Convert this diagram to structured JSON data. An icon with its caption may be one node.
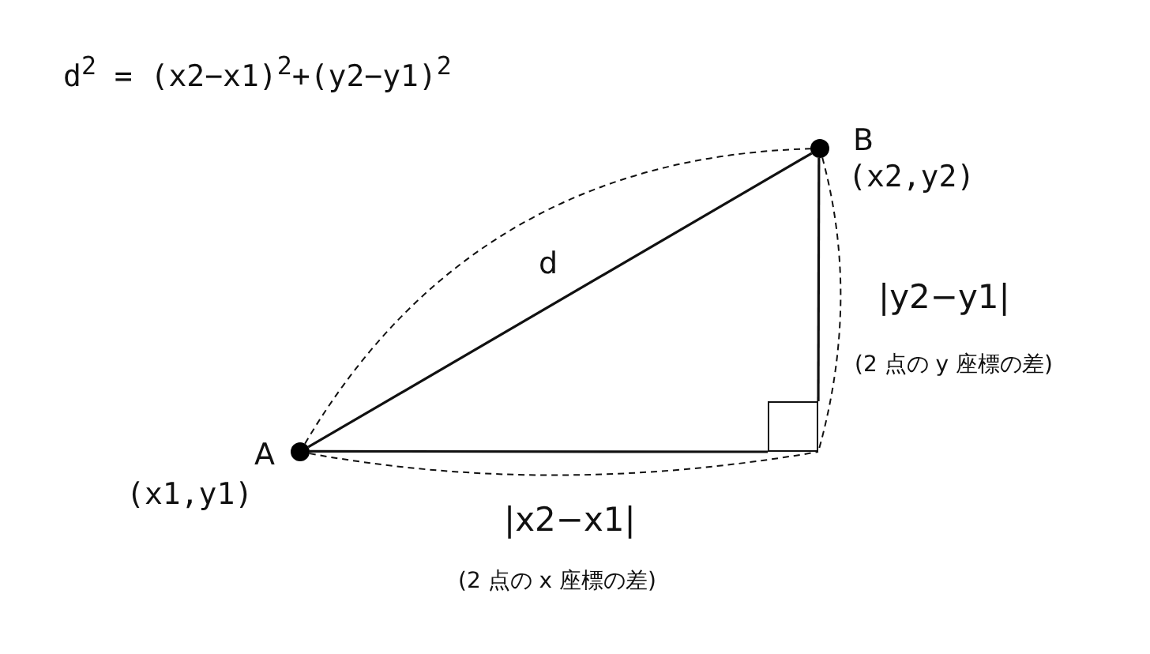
{
  "diagram": {
    "title": "d$^{2}$ = (x2−x1)$^{2}$+(y2−y1)$^{2}$",
    "nodes": [
      {
        "text": [],
        "shape": "circle",
        "beside": [
          "A",
          "(x1,y1)"
        ]
      },
      {
        "text": [],
        "shape": "circle",
        "beside": [
          "B",
          "(x2,y2)"
        ]
      },
      {
        "text": [],
        "shape": "box"
      }
    ],
    "edges": [
      {
        "from": 0,
        "to": 1,
        "arrow": "none",
        "label": "d"
      },
      {
        "from": 1,
        "to": 2,
        "arrow": "none"
      },
      {
        "from": 0,
        "to": 2,
        "arrow": "none"
      },
      {
        "from": 0,
        "to": 1,
        "arrow": "none",
        "style": "dashed"
      },
      {
        "from": 1,
        "to": 2,
        "arrow": "none",
        "style": "dashed",
        "label": "|y2−y1|"
      },
      {
        "from": 0,
        "to": 2,
        "arrow": "none",
        "style": "dashed",
        "label": "|x2−x1|"
      }
    ],
    "labels": [
      "(2 点の y 座標の差)",
      "(2 点の x 座標の差)"
    ]
  }
}
